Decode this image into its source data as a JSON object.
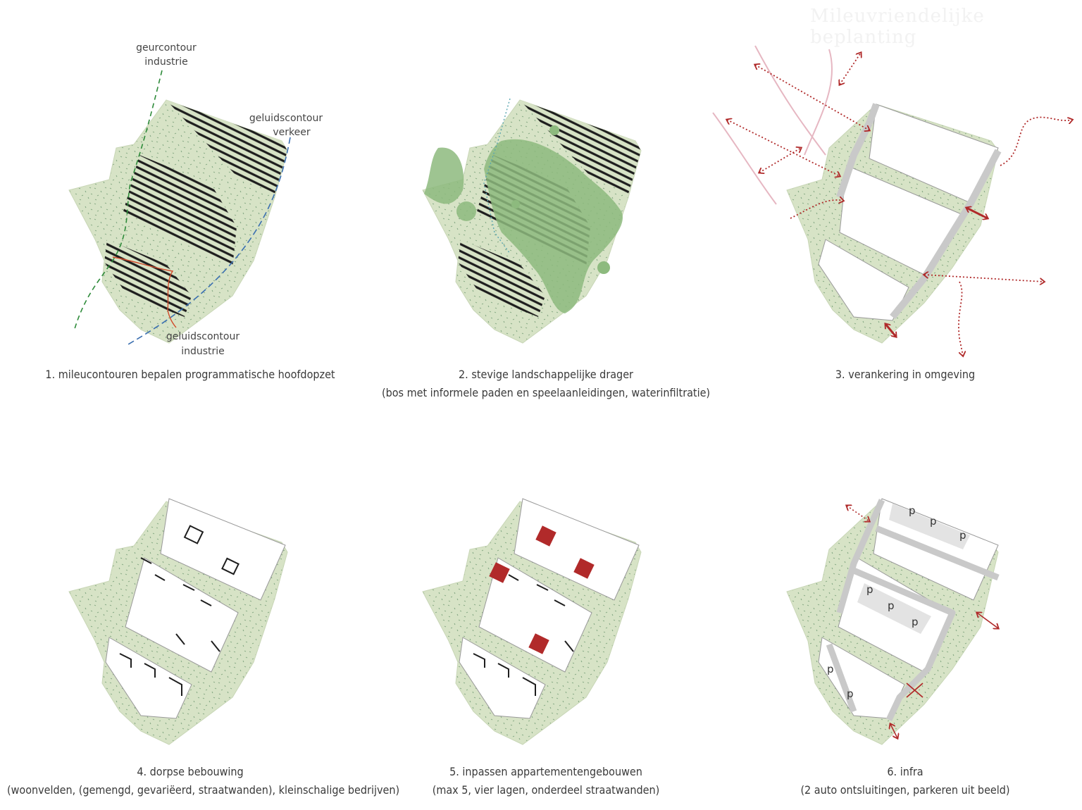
{
  "watermark": "Mileuvriendelijke beplanting",
  "panels": [
    {
      "id": "1",
      "lines": [
        "1. mileucontouren bepalen programmatische hoofdopzet"
      ]
    },
    {
      "id": "2",
      "lines": [
        "2. stevige landschappelijke drager",
        "(bos met informele paden en speelaanleidingen, waterinfiltratie)"
      ]
    },
    {
      "id": "3",
      "lines": [
        "3. verankering in omgeving"
      ]
    },
    {
      "id": "4",
      "lines": [
        "4. dorpse bebouwing",
        "(woonvelden, (gemengd, gevariëerd, straatwanden), kleinschalige bedrijven)"
      ]
    },
    {
      "id": "5",
      "lines": [
        "5. inpassen appartementengebouwen",
        "(max 5, vier lagen, onderdeel straatwanden)"
      ]
    },
    {
      "id": "6",
      "lines": [
        "6. infra",
        "(2 auto ontsluitingen, parkeren uit beeld)"
      ]
    }
  ],
  "labels": {
    "geur_line1": "geurcontour",
    "geur_line2": "industrie",
    "verkeer_line1": "geluidscontour",
    "verkeer_line2": "verkeer",
    "industrie_line1": "geluidscontour",
    "industrie_line2": "industrie",
    "parking": "p"
  },
  "colors": {
    "site_fill": "#d7e3c6",
    "speckle": "#7aa07a",
    "forest": "#8dba7e",
    "hatch": "#222222",
    "arrow": "#b02a2a",
    "apartment": "#b12a2a",
    "road": "#c9c9c9",
    "geur": "#2e8b3a",
    "verkeer": "#3a6fb0",
    "industrie": "#d24a2a",
    "pink": "#e6b7c2"
  }
}
